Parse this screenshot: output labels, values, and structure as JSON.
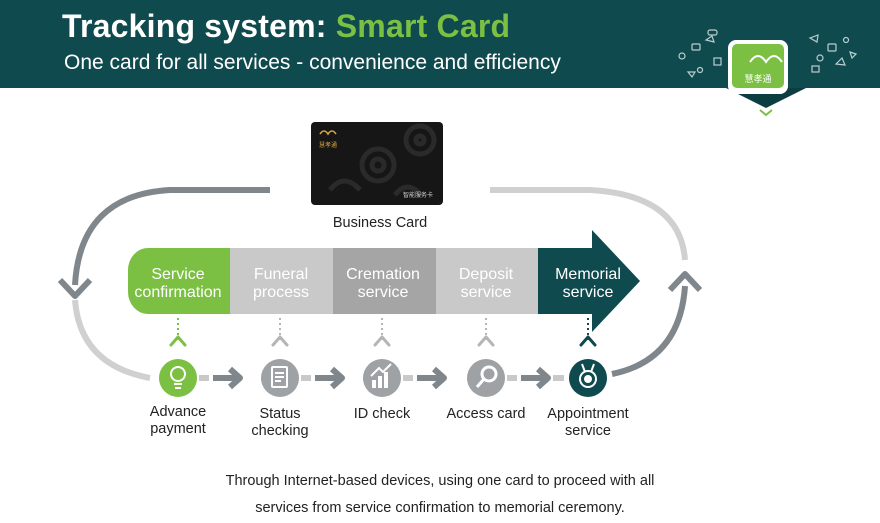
{
  "header": {
    "title_prefix": "Tracking system: ",
    "title_accent": "Smart Card",
    "subtitle": "One card for all services - convenience and efficiency"
  },
  "card": {
    "label": "Business Card",
    "logo_text": "慧孝通",
    "card_text": "智能服务卡"
  },
  "stages": [
    {
      "line1": "Service",
      "line2": "confirmation",
      "color": "#7bc043"
    },
    {
      "line1": "Funeral",
      "line2": "process",
      "color": "#c9c9c9"
    },
    {
      "line1": "Cremation",
      "line2": "service",
      "color": "#a5a5a5"
    },
    {
      "line1": "Deposit",
      "line2": "service",
      "color": "#c9c9c9"
    },
    {
      "line1": "Memorial",
      "line2": "service",
      "color": "#0f4a4f"
    }
  ],
  "steps": [
    {
      "line1": "Advance",
      "line2": "payment",
      "icon": "lightbulb-icon"
    },
    {
      "line1": "Status",
      "line2": "checking",
      "icon": "document-icon"
    },
    {
      "line1": "ID check",
      "line2": "",
      "icon": "chart-icon"
    },
    {
      "line1": "Access card",
      "line2": "",
      "icon": "magnifier-icon"
    },
    {
      "line1": "Appointment",
      "line2": "service",
      "icon": "medal-icon"
    }
  ],
  "caption": {
    "line1": "Through Internet-based devices, using one card to proceed with all",
    "line2": "services from service confirmation to memorial ceremony."
  },
  "logo": {
    "text": "慧孝通"
  },
  "colors": {
    "banner": "#0f4a4f",
    "accent_green": "#7bc043",
    "gray_light": "#c9c9c9",
    "gray_mid": "#a5a5a5",
    "dark_teal": "#0f4a4f",
    "arrow_gray": "#7f868c"
  }
}
